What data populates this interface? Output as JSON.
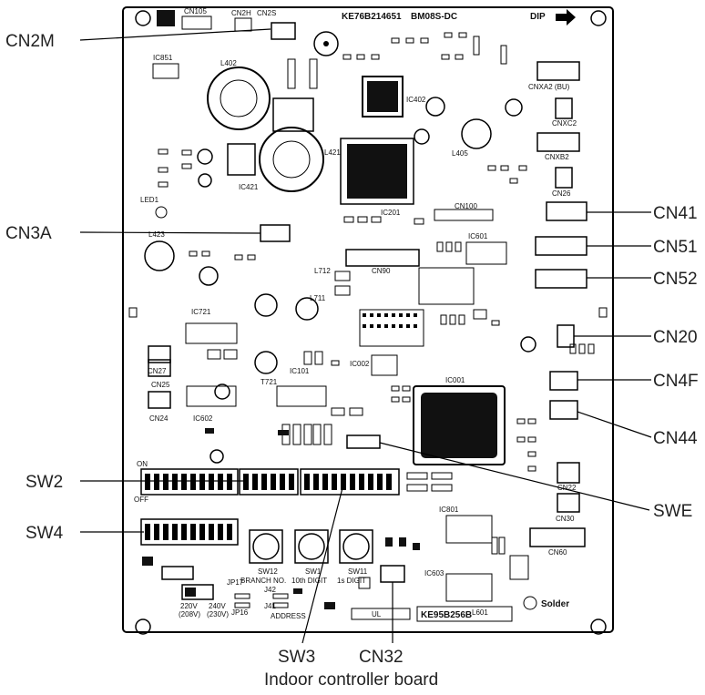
{
  "caption": "Indoor controller board",
  "callouts": {
    "cn2m": "CN2M",
    "cn3a": "CN3A",
    "sw2": "SW2",
    "sw4": "SW4",
    "sw3": "SW3",
    "cn32": "CN32",
    "cn41": "CN41",
    "cn51": "CN51",
    "cn52": "CN52",
    "cn20": "CN20",
    "cn4f": "CN4F",
    "cn44": "CN44",
    "swe": "SWE"
  },
  "board": {
    "header_code": "KE76B214651",
    "model": "BM08S-DC",
    "dip_label": "DIP",
    "footer_code": "KE95B256B",
    "solder_label": "Solder",
    "ic201": "IC201",
    "ic001": "IC001",
    "ic002": "IC002",
    "ic402": "IC402",
    "ic421": "IC421",
    "ic601": "IC601",
    "ic602": "IC602",
    "ic603": "IC603",
    "ic721": "IC721",
    "ic101": "IC101",
    "ic801": "IC801",
    "ic851": "IC851",
    "cn90": "CN90",
    "cn100": "CN100",
    "cn60": "CN60",
    "cnxa2": "CNXA2 (BU)",
    "cnxc2": "CNXC2",
    "cnxb2": "CNXB2",
    "cn105": "CN105",
    "cn2h": "CN2H",
    "cn2s": "CN2S",
    "cn26": "CN26",
    "cn22": "CN22",
    "cn30": "CN30",
    "cn25": "CN25",
    "cn24": "CN24",
    "cn27": "CN27",
    "sw1_label": "SW1",
    "sw12_label": "SW12",
    "sw11_label": "SW11",
    "branch_no": "BRANCH NO.",
    "tenth_digit": "10th DIGIT",
    "first_digit": "1s DIGIT",
    "address": "ADDRESS",
    "v220": "220V",
    "v208": "(208V)",
    "v240": "240V",
    "v230": "(230V)",
    "jp17": "JP17",
    "jp16": "JP16",
    "j41": "J41",
    "j42": "J42",
    "ul": "UL",
    "led1": "LED1",
    "l402": "L402",
    "l421": "L421",
    "l405": "L405",
    "l712": "L712",
    "l711": "L711",
    "l423": "L423",
    "l601": "L601",
    "t721": "T721",
    "off": "OFF",
    "on": "ON"
  }
}
